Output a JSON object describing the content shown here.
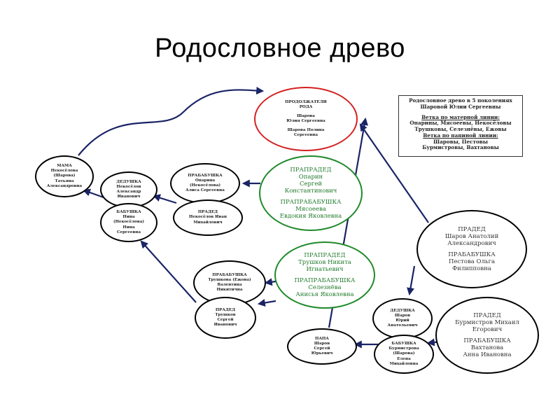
{
  "title": "Родословное древо",
  "info_box": {
    "lines": [
      "Родословное древо в 5 поколениях",
      "Шаровой Юлии Сергеевны",
      "",
      "Ветка по матерной линии:",
      "Опарины, Мясоеевы, Некосёловы",
      "Трушковы, Селезнёвы, Ежовы",
      "Ветка по папиной линии:",
      "Шаровы, Пестовы",
      "Бурмистровы, Вахтановы"
    ]
  },
  "nodes": {
    "prodolzhateli": [
      "ПРОДОЛЖАТЕЛИ",
      "РОДА",
      "",
      "Шарова",
      "Юлия Сергеевна",
      "",
      "Шарова Полина",
      "Сергеевна"
    ],
    "mama": [
      "МАМА",
      "Некосёлова",
      "(Шарова)",
      "Татьяна",
      "Александровна"
    ],
    "dedushka_m": [
      "ДЕДУШКА",
      "Некосёлов",
      "Александр",
      "Иванович"
    ],
    "babushka_m": [
      "БАБУШКА",
      "Нина",
      "(Некосёлова)",
      "Нина",
      "Сергеевна"
    ],
    "prababushka_1": [
      "ПРАБАБУШКА",
      "Опарина",
      "(Некосёлова)",
      "Алиса Сергеевна"
    ],
    "praded_1": [
      "ПРАДЕД",
      "Некосёлов Иван",
      "Михайлович"
    ],
    "green_1": [
      "ПРАПРАДЕД",
      "Опарин",
      "Сергей",
      "Константинович",
      "",
      "ПРАПРАБАБУШКА",
      "Мясоеева",
      "Евдокия Яковлевна"
    ],
    "green_2": [
      "ПРАПРАДЕД",
      "Трушков Никита",
      "Игнатьевич",
      "",
      "ПРАПРАБАБУШКА",
      "Селезнёва",
      "Анисья Яковлевна"
    ],
    "prababushka_2": [
      "ПРАБАБУШКА",
      "Трушкова (Ежова)",
      "Валентина",
      "Никитична"
    ],
    "praded_2": [
      "ПРАДЕД",
      "Трушков",
      "Сергей",
      "Иванович"
    ],
    "papa": [
      "ПАПА",
      "Шаров",
      "Сергей",
      "Юрьевич"
    ],
    "dedushka_p": [
      "ДЕДУШКА",
      "Шаров",
      "Юрий",
      "Анатольевич"
    ],
    "babushka_p": [
      "БАБУШКА",
      "Бурмистрова",
      "(Шарова)",
      "Елена",
      "Михайловна"
    ],
    "praded_sharov": [
      "ПРАДЕД",
      "Шаров Анатолий",
      "Александрович",
      "",
      "ПРАБАБУШКА",
      "Пестова Ольга",
      "Филипповна"
    ],
    "praded_burm": [
      "ПРАДЕД",
      "Бурмистров Михаил",
      "Егорович",
      "",
      "ПРАБАБУШКА",
      "Вахтанова",
      "Анна Ивановна"
    ]
  },
  "colors": {
    "arrow": "#1a2466",
    "top_node_border": "#d42020",
    "green_node_border": "#1f8a2a"
  }
}
